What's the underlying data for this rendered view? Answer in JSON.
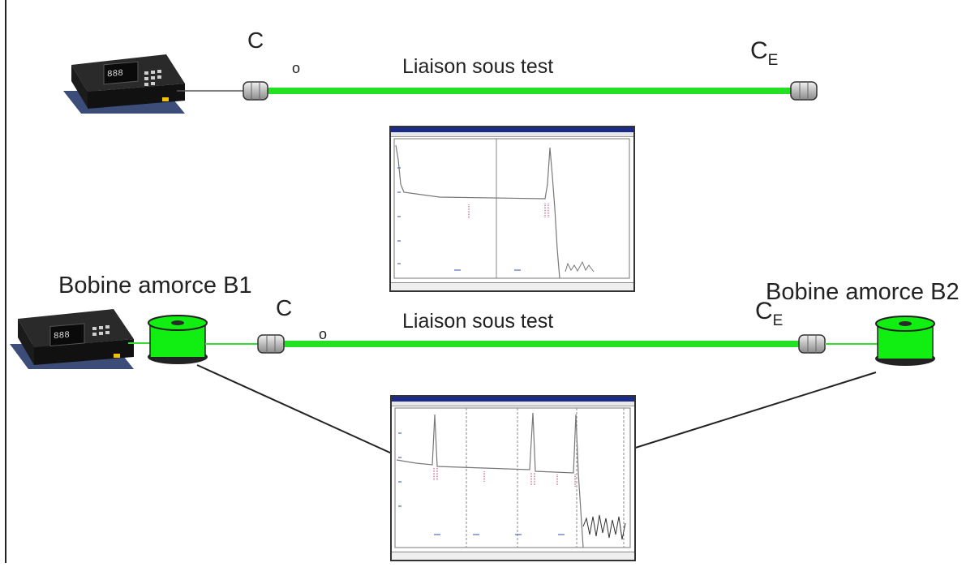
{
  "top_row": {
    "connector_start": "C",
    "origin_mark": "o",
    "link_label": "Liaison sous test",
    "connector_end": "C",
    "connector_end_sub": "E"
  },
  "bottom_row": {
    "reel_left_label": "Bobine amorce B1",
    "reel_right_label": "Bobine amorce B2",
    "connector_start": "C",
    "connector_end": "C",
    "connector_end_sub": "E",
    "link_label": "Liaison sous test"
  },
  "colors": {
    "fiber": "#22e022",
    "reel": "#11ee11",
    "trace": "#777777",
    "marker": "#c23a6a",
    "scope_titlebar": "#1a2b8c"
  },
  "icons": [
    "otdr-instrument",
    "fiber-connector",
    "fiber-reel",
    "otdr-trace-screenshot",
    "arrow"
  ]
}
